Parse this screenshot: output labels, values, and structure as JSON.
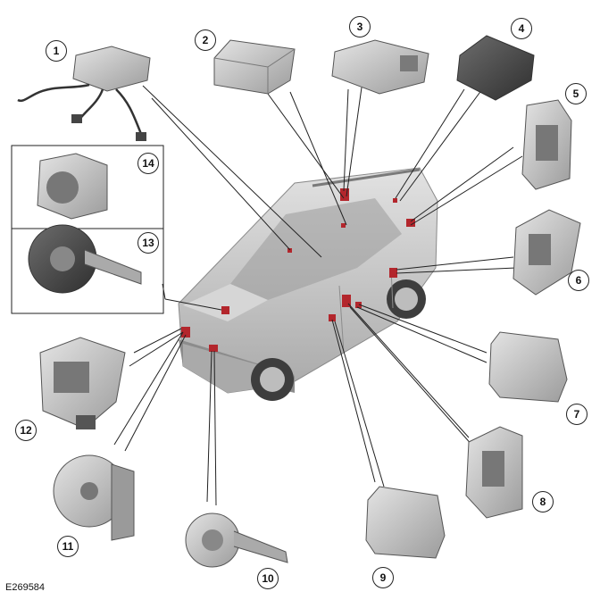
{
  "figure_id": "E269584",
  "callouts": [
    "1",
    "2",
    "3",
    "4",
    "5",
    "6",
    "7",
    "8",
    "9",
    "10",
    "11",
    "12",
    "13",
    "14"
  ],
  "colors": {
    "component_fill": "#bdbdbd",
    "component_dark": "#555555",
    "vehicle": "#c9c9c9",
    "highlight": "#b3262c",
    "leader": "#222222"
  }
}
